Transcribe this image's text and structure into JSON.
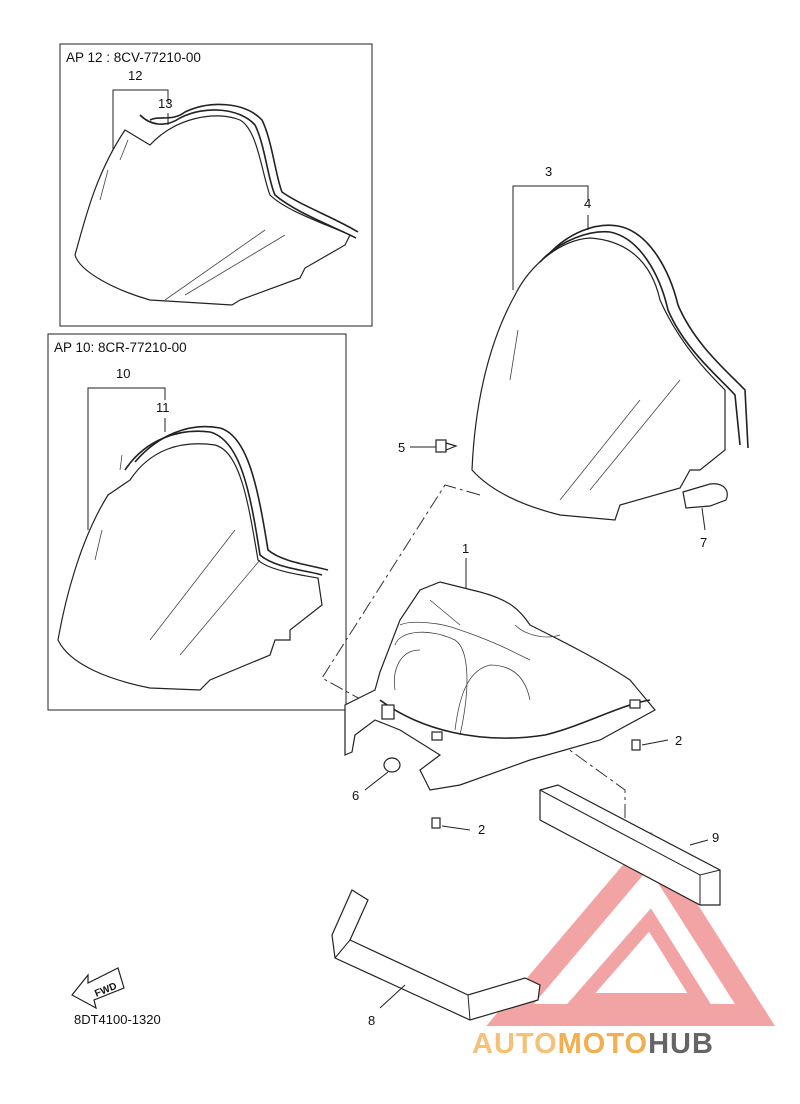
{
  "boxes": {
    "ap12": {
      "label": "AP 12 : 8CV-77210-00"
    },
    "ap10": {
      "label": "AP  10: 8CR-77210-00"
    }
  },
  "callouts": {
    "c1": "1",
    "c2a": "2",
    "c2b": "2",
    "c3": "3",
    "c4": "4",
    "c5": "5",
    "c6": "6",
    "c7": "7",
    "c8": "8",
    "c9": "9",
    "c10": "10",
    "c11": "11",
    "c12": "12",
    "c13": "13"
  },
  "fwd": "FWD",
  "diagram_code": "8DT4100-1320",
  "watermark": {
    "auto": "AUTO",
    "moto": "MOTO",
    "hub": "HUB"
  },
  "colors": {
    "watermark_red": "#e85a5a",
    "watermark_orange": "#f0a030",
    "watermark_gray": "#4a4a4a"
  }
}
